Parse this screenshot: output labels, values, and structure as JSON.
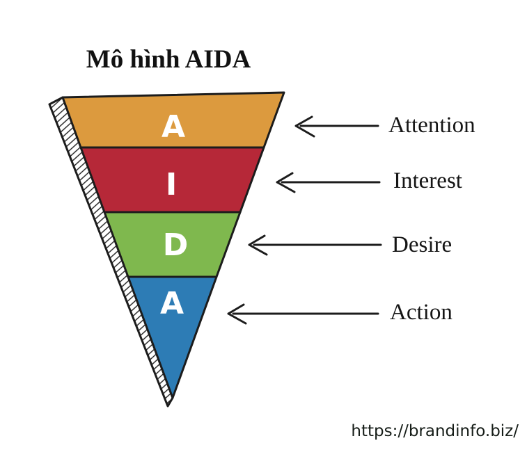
{
  "page": {
    "title": "Mô hình AIDA",
    "source_url": "https://brandinfo.biz/"
  },
  "diagram": {
    "type": "inverted-funnel",
    "outline_color": "#1c1c1c",
    "letter_color": "#ffffff",
    "label_color": "#151515",
    "stages": [
      {
        "letter": "A",
        "label": "Attention",
        "color": "#dc9a3e"
      },
      {
        "letter": "I",
        "label": "Interest",
        "color": "#b62838"
      },
      {
        "letter": "D",
        "label": "Desire",
        "color": "#7fb84e"
      },
      {
        "letter": "A",
        "label": "Action",
        "color": "#2d7cb5"
      }
    ]
  }
}
